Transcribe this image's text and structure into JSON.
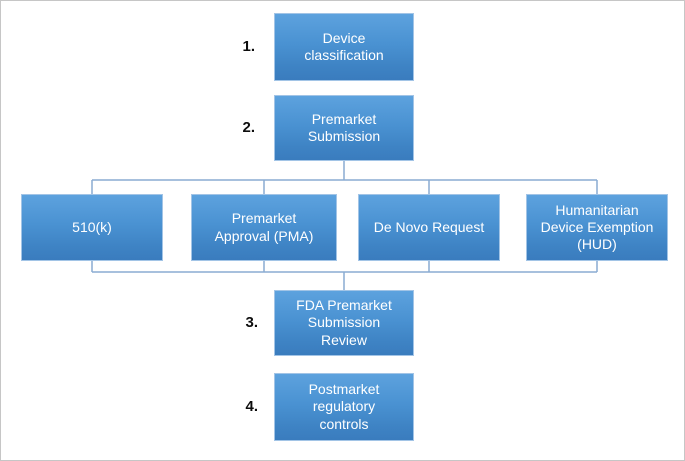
{
  "colors": {
    "box_fill_top": "#5DA2DE",
    "box_fill_bottom": "#3A7CBE",
    "box_border": "#A2C4E6",
    "box_text": "#FFFFFF",
    "connector_line": "#8AACD2",
    "frame_border": "#C6C6C6",
    "step_number_text": "#0D0D0D"
  },
  "steps": [
    {
      "number": "1.",
      "label": "Device\nclassification"
    },
    {
      "number": "2.",
      "label": "Premarket\nSubmission"
    },
    {
      "number": "3.",
      "label": "FDA Premarket\nSubmission\nReview"
    },
    {
      "number": "4.",
      "label": "Postmarket\nregulatory\ncontrols"
    }
  ],
  "pathways": [
    {
      "label": "510(k)"
    },
    {
      "label": "Premarket\nApproval (PMA)"
    },
    {
      "label": "De Novo Request"
    },
    {
      "label": "Humanitarian\nDevice Exemption\n(HUD)"
    }
  ]
}
